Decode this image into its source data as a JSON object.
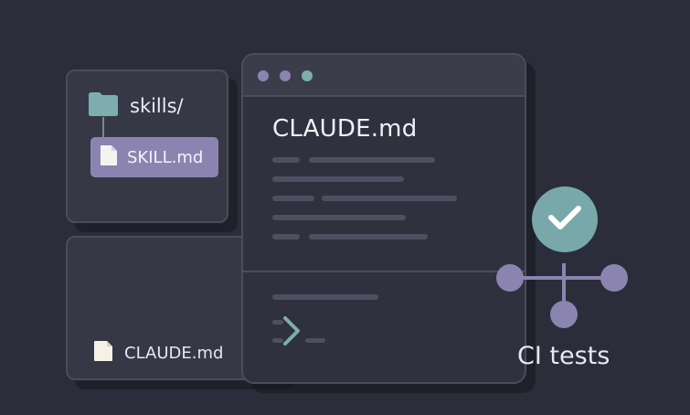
{
  "skills_tree": {
    "folder_label": "skills/",
    "file_label": "SKILL.md"
  },
  "file_panel": {
    "file_label": "CLAUDE.md"
  },
  "editor": {
    "title": "CLAUDE.md"
  },
  "ci": {
    "label": "CI tests"
  },
  "icons": {
    "folder": "folder-icon",
    "file": "file-icon",
    "check": "check-icon",
    "terminal": "terminal-prompt-icon",
    "network": "ci-network-icon"
  },
  "colors": {
    "background": "#2b2d3b",
    "accent_purple": "#8c84b0",
    "accent_teal": "#78a8aa"
  }
}
